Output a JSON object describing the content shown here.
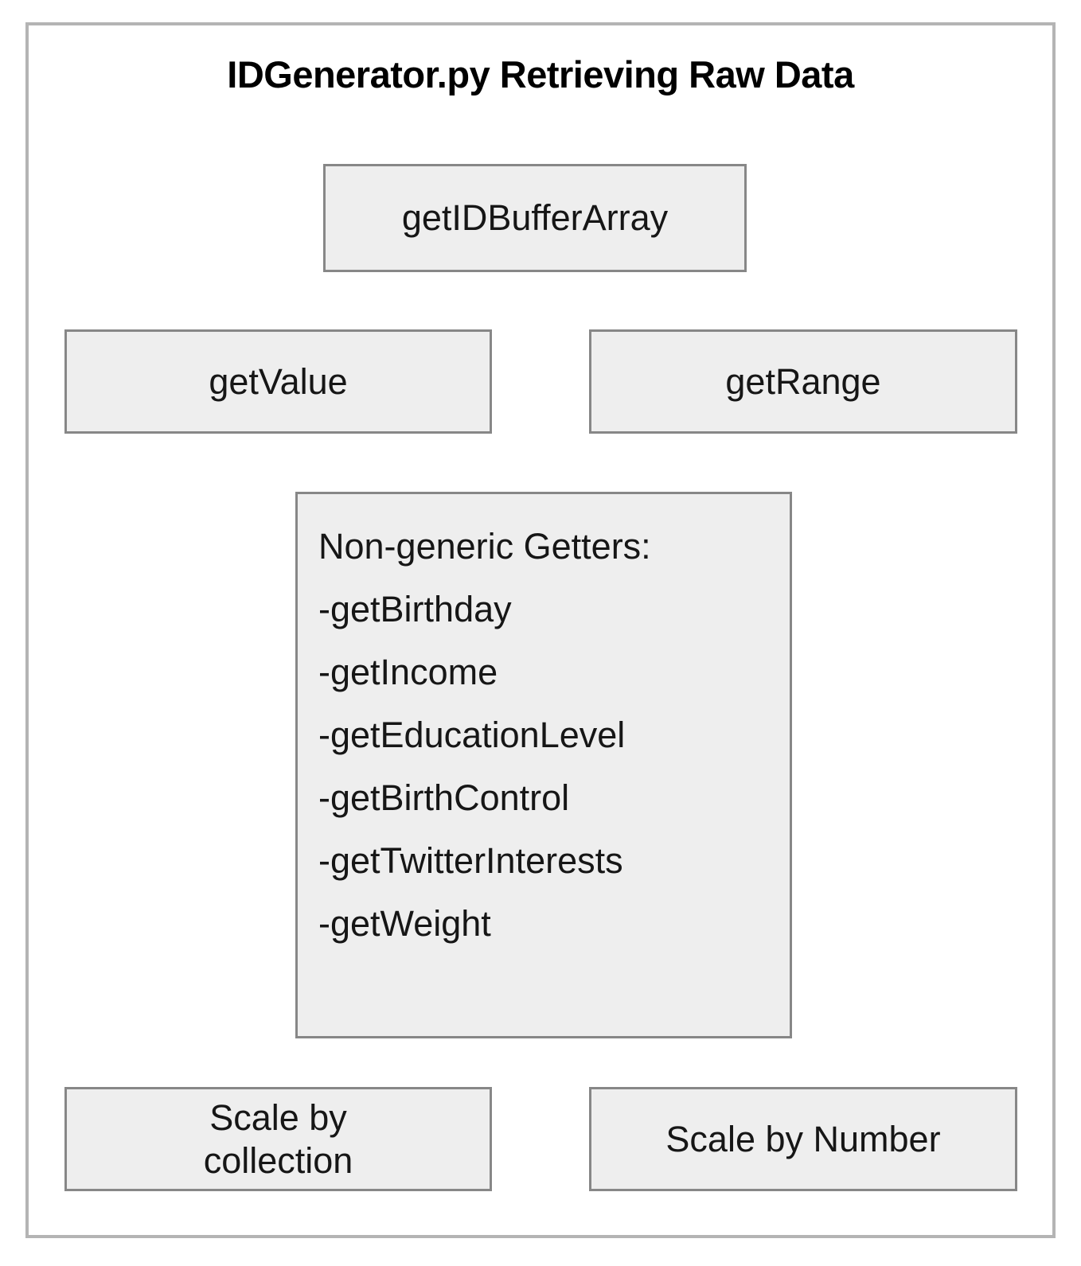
{
  "diagram": {
    "title": "IDGenerator.py Retrieving Raw Data",
    "colors": {
      "frame_border": "#b4b4b4",
      "node_fill": "#eeeeee",
      "node_border": "#878787",
      "text": "#161616",
      "background": "#ffffff"
    },
    "nodes": {
      "id_buffer_array": {
        "label": "getIDBufferArray"
      },
      "get_value": {
        "label": "getValue"
      },
      "get_range": {
        "label": "getRange"
      },
      "non_generic_getters": {
        "heading": "Non-generic Getters:",
        "items": [
          "-getBirthday",
          "-getIncome",
          "-getEducationLevel",
          "-getBirthControl",
          "-getTwitterInterests",
          "-getWeight"
        ]
      },
      "scale_by_collection": {
        "label_line_1": "Scale by",
        "label_line_2": "collection"
      },
      "scale_by_number": {
        "label": "Scale by Number"
      }
    }
  }
}
